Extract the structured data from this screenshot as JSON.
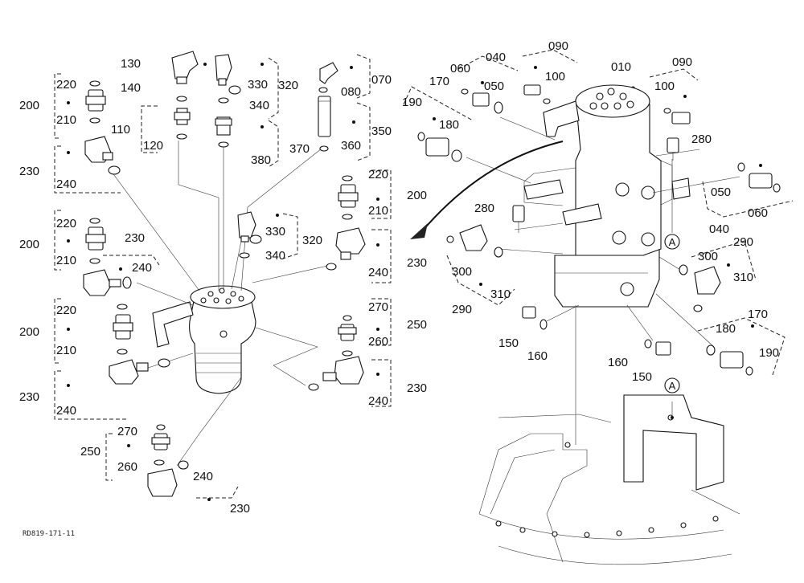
{
  "diagram_code": "RD819-171-11",
  "callouts": {
    "c010": "010",
    "c040a": "040",
    "c040b": "040",
    "c050a": "050",
    "c050b": "050",
    "c060a": "060",
    "c060b": "060",
    "c070": "070",
    "c080": "080",
    "c090a": "090",
    "c090b": "090",
    "c100a": "100",
    "c100b": "100",
    "c110": "110",
    "c120": "120",
    "c130": "130",
    "c140": "140",
    "c150a": "150",
    "c150b": "150",
    "c160a": "160",
    "c160b": "160",
    "c170a": "170",
    "c170b": "170",
    "c180a": "180",
    "c180b": "180",
    "c190a": "190",
    "c190b": "190",
    "c200a": "200",
    "c200b": "200",
    "c200c": "200",
    "c200d": "200",
    "c210a": "210",
    "c210b": "210",
    "c210c": "210",
    "c210d": "210",
    "c220a": "220",
    "c220b": "220",
    "c220c": "220",
    "c220d": "220",
    "c230a": "230",
    "c230b": "230",
    "c230c": "230",
    "c230d": "230",
    "c230e": "230",
    "c230f": "230",
    "c240a": "240",
    "c240b": "240",
    "c240c": "240",
    "c240d": "240",
    "c240e": "240",
    "c240f": "240",
    "c250a": "250",
    "c250b": "250",
    "c260a": "260",
    "c260b": "260",
    "c270a": "270",
    "c270b": "270",
    "c280a": "280",
    "c280b": "280",
    "c290a": "290",
    "c290b": "290",
    "c300a": "300",
    "c300b": "300",
    "c310a": "310",
    "c310b": "310",
    "c320a": "320",
    "c320b": "320",
    "c330a": "330",
    "c330b": "330",
    "c340a": "340",
    "c340b": "340",
    "c350": "350",
    "c360": "360",
    "c370": "370",
    "c380": "380"
  },
  "markers": {
    "a1": "A",
    "a2": "A"
  }
}
